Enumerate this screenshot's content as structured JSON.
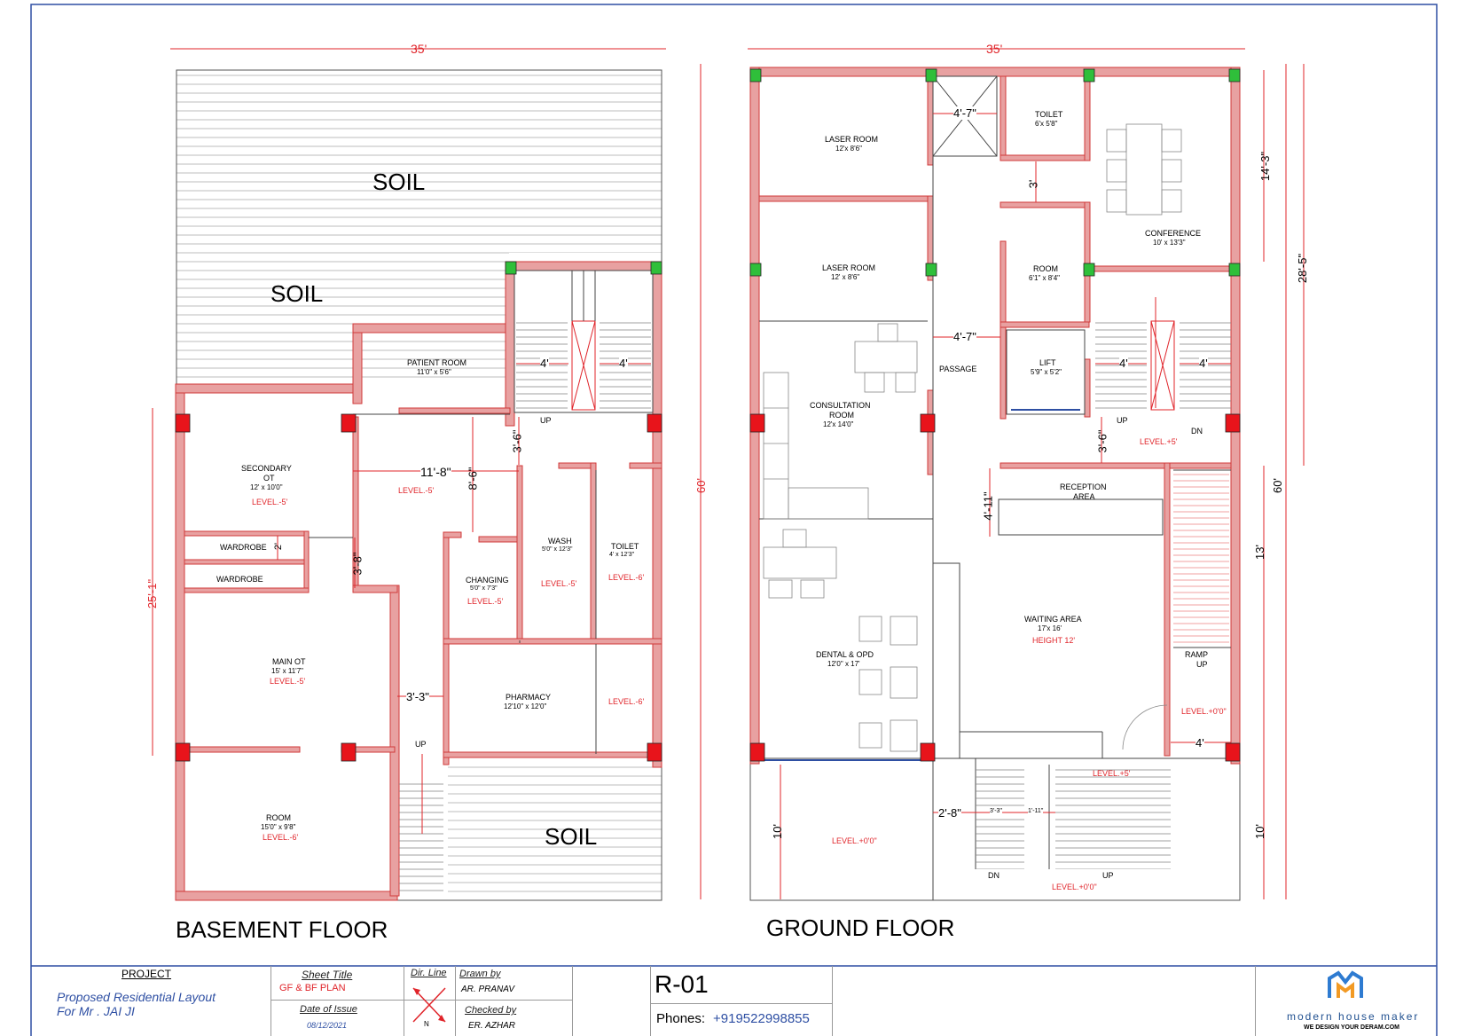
{
  "drawing": {
    "basement_title": "BASEMENT FLOOR",
    "ground_title": "GROUND FLOOR",
    "accent_wall_color": "#e8a1a1",
    "wall_stroke_color": "#d13a3a",
    "column_color": "#e8141b",
    "column_green": "#2fbf3a",
    "dimension_color": "#e0242a",
    "level_text_color": "#e0242a"
  },
  "basement": {
    "dim_top": "35'",
    "dim_right": "60'",
    "dim_left": "25'-1\"",
    "soil_1": "SOIL",
    "soil_2": "SOIL",
    "soil_3": "SOIL",
    "patient_room": {
      "name": "PATIENT ROOM",
      "size": "11'0\" x 5'6\""
    },
    "secondary_ot": {
      "name1": "SECONDARY",
      "name2": "OT",
      "size": "12' x 10'0\"",
      "level": "LEVEL.-5'"
    },
    "wardrobe_1": "WARDROBE",
    "wardrobe_2": "WARDROBE",
    "dim_2": "2'",
    "dim_3_8": "3'-8\"",
    "main_ot": {
      "name": "MAIN OT",
      "size": "15' x 11'7\"",
      "level": "LEVEL.-5'"
    },
    "room": {
      "name": "ROOM",
      "size": "15'0\" x 9'8\"",
      "level": "LEVEL.-6'"
    },
    "dim_11_8": "11'-8\"",
    "level_hall": "LEVEL.-5'",
    "dim_8_6": "8'-6\"",
    "dim_3_6": "3'-6\"",
    "dim_4a": "4'",
    "dim_4b": "4'",
    "up_1": "UP",
    "up_2": "UP",
    "changing": {
      "name": "CHANGING",
      "size": "5'0\" x 7'3\"",
      "level": "LEVEL.-5'"
    },
    "wash": {
      "name": "WASH",
      "size": "5'0\" x 12'3\"",
      "level": "LEVEL.-5'"
    },
    "toilet": {
      "name": "TOILET",
      "size": "4' x 12'3\"",
      "level": "LEVEL.-6'"
    },
    "pharmacy": {
      "name": "PHARMACY",
      "size": "12'10\" x 12'0\""
    },
    "level_right": "LEVEL.-6'",
    "dim_3_3": "3'-3\""
  },
  "ground": {
    "dim_top": "35'",
    "dim_right_1": "14'-3\"",
    "dim_right_2": "28'-5\"",
    "dim_right_3": "60'",
    "dim_right_4": "13'",
    "dim_right_5": "10'",
    "dim_left_10": "10'",
    "laser_room_1": {
      "name": "LASER ROOM",
      "size": "12'x 8'6\""
    },
    "laser_room_2": {
      "name": "LASER ROOM",
      "size": "12' x 8'6\""
    },
    "dim_4_7_top": "4'-7\"",
    "toilet": {
      "name": "TOILET",
      "size": "6'x 5'8\""
    },
    "dim_3": "3'",
    "conference": {
      "name": "CONFERENCE",
      "size": "10' x 13'3\""
    },
    "room": {
      "name": "ROOM",
      "size": "6'1\" x 8'4\""
    },
    "dim_4_7_mid": "4'-7\"",
    "passage": "PASSAGE",
    "consultation": {
      "name1": "CONSULTATION",
      "name2": "ROOM",
      "size": "12'x 14'0\""
    },
    "lift": {
      "name": "LIFT",
      "size": "5'9\" x 5'2\""
    },
    "dim_4a": "4'",
    "dim_4b": "4'",
    "up": "UP",
    "dn": "DN",
    "dim_3_6": "3'-6\"",
    "level_plus5": "LEVEL.+5'",
    "reception": {
      "name1": "RECEPTION",
      "name2": "AREA"
    },
    "dim_4_11": "4'-11\"",
    "waiting": {
      "name": "WAITING AREA",
      "size": "17'x 16'",
      "height": "HEIGHT 12'"
    },
    "dental": {
      "name": "DENTAL & OPD",
      "size": "12'0\" x 17'"
    },
    "ramp": {
      "name1": "RAMP",
      "name2": "UP"
    },
    "level_ramp": "LEVEL.+0'0\"",
    "dim_4_ramp": "4'",
    "level_porch": "LEVEL.+5'",
    "level_front": "LEVEL.+0'0\"",
    "dim_2_8": "2'-8\"",
    "dim_3_3": "3'-3\"",
    "dim_1_11": "1'-11\"",
    "dn_bottom": "DN",
    "up_bottom": "UP",
    "level_stair_bottom": "LEVEL.+0'0\""
  },
  "title_block": {
    "project_label": "PROJECT",
    "project_line1": "Proposed Residential Layout",
    "project_line2": "For Mr . JAI JI",
    "sheet_title_label": "Sheet Title",
    "sheet_title": "GF & BF PLAN",
    "date_label": "Date of Issue",
    "date": "08/12/2021",
    "dir_line_label": "Dir. Line",
    "north": "N",
    "drawn_by_label": "Drawn by",
    "drawn_by": "AR. PRANAV",
    "checked_by_label": "Checked by",
    "checked_by": "ER. AZHAR",
    "sheet_no": "R-01",
    "phones_label": "Phones:",
    "phone": "+919522998855",
    "brand": "modern house maker",
    "tagline": "WE DESIGN YOUR DERAM.COM"
  }
}
